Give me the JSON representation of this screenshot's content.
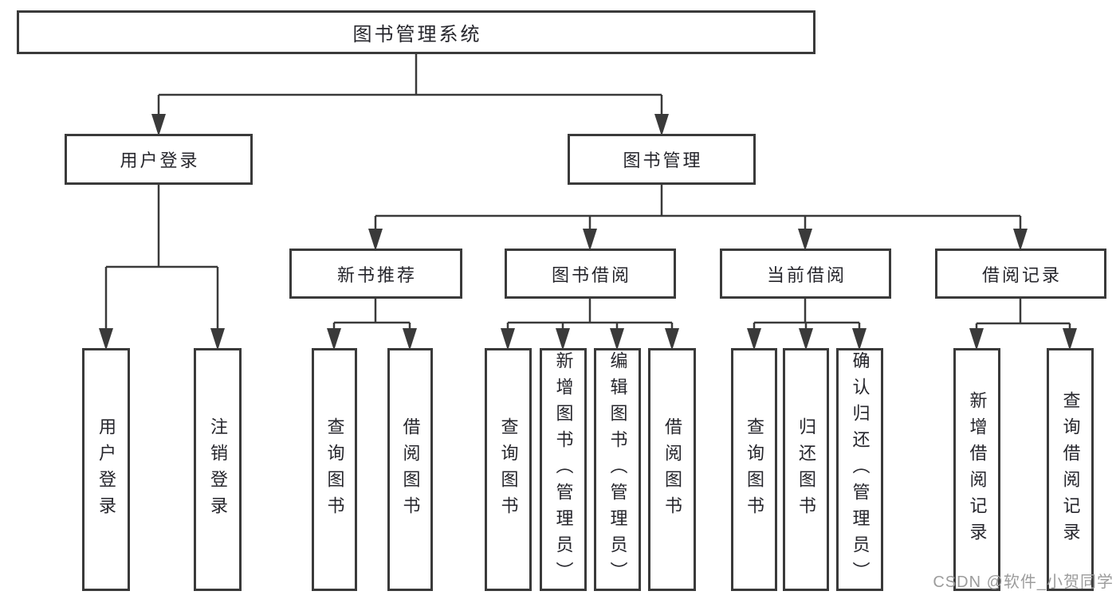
{
  "colors": {
    "background": "#ffffff",
    "line": "#3a3a3a",
    "box_border": "#3a3a3a",
    "text": "#26262c",
    "watermark": "#9c9c9c"
  },
  "tree": {
    "root": "图书管理系统",
    "user_login": {
      "label": "用户登录",
      "children": [
        "用户登录",
        "注销登录"
      ]
    },
    "book_mgmt": {
      "label": "图书管理",
      "sections": [
        {
          "label": "新书推荐",
          "children": [
            "查询图书",
            "借阅图书"
          ]
        },
        {
          "label": "图书借阅",
          "children": [
            "查询图书",
            "新增图书（管理员）",
            "编辑图书（管理员）",
            "借阅图书"
          ]
        },
        {
          "label": "当前借阅",
          "children": [
            "查询图书",
            "归还图书",
            "确认归还（管理员）"
          ]
        },
        {
          "label": "借阅记录",
          "children": [
            "新增借阅记录",
            "查询借阅记录"
          ]
        }
      ]
    }
  },
  "watermark": {
    "text": "CSDN @软件_小贺同学"
  }
}
